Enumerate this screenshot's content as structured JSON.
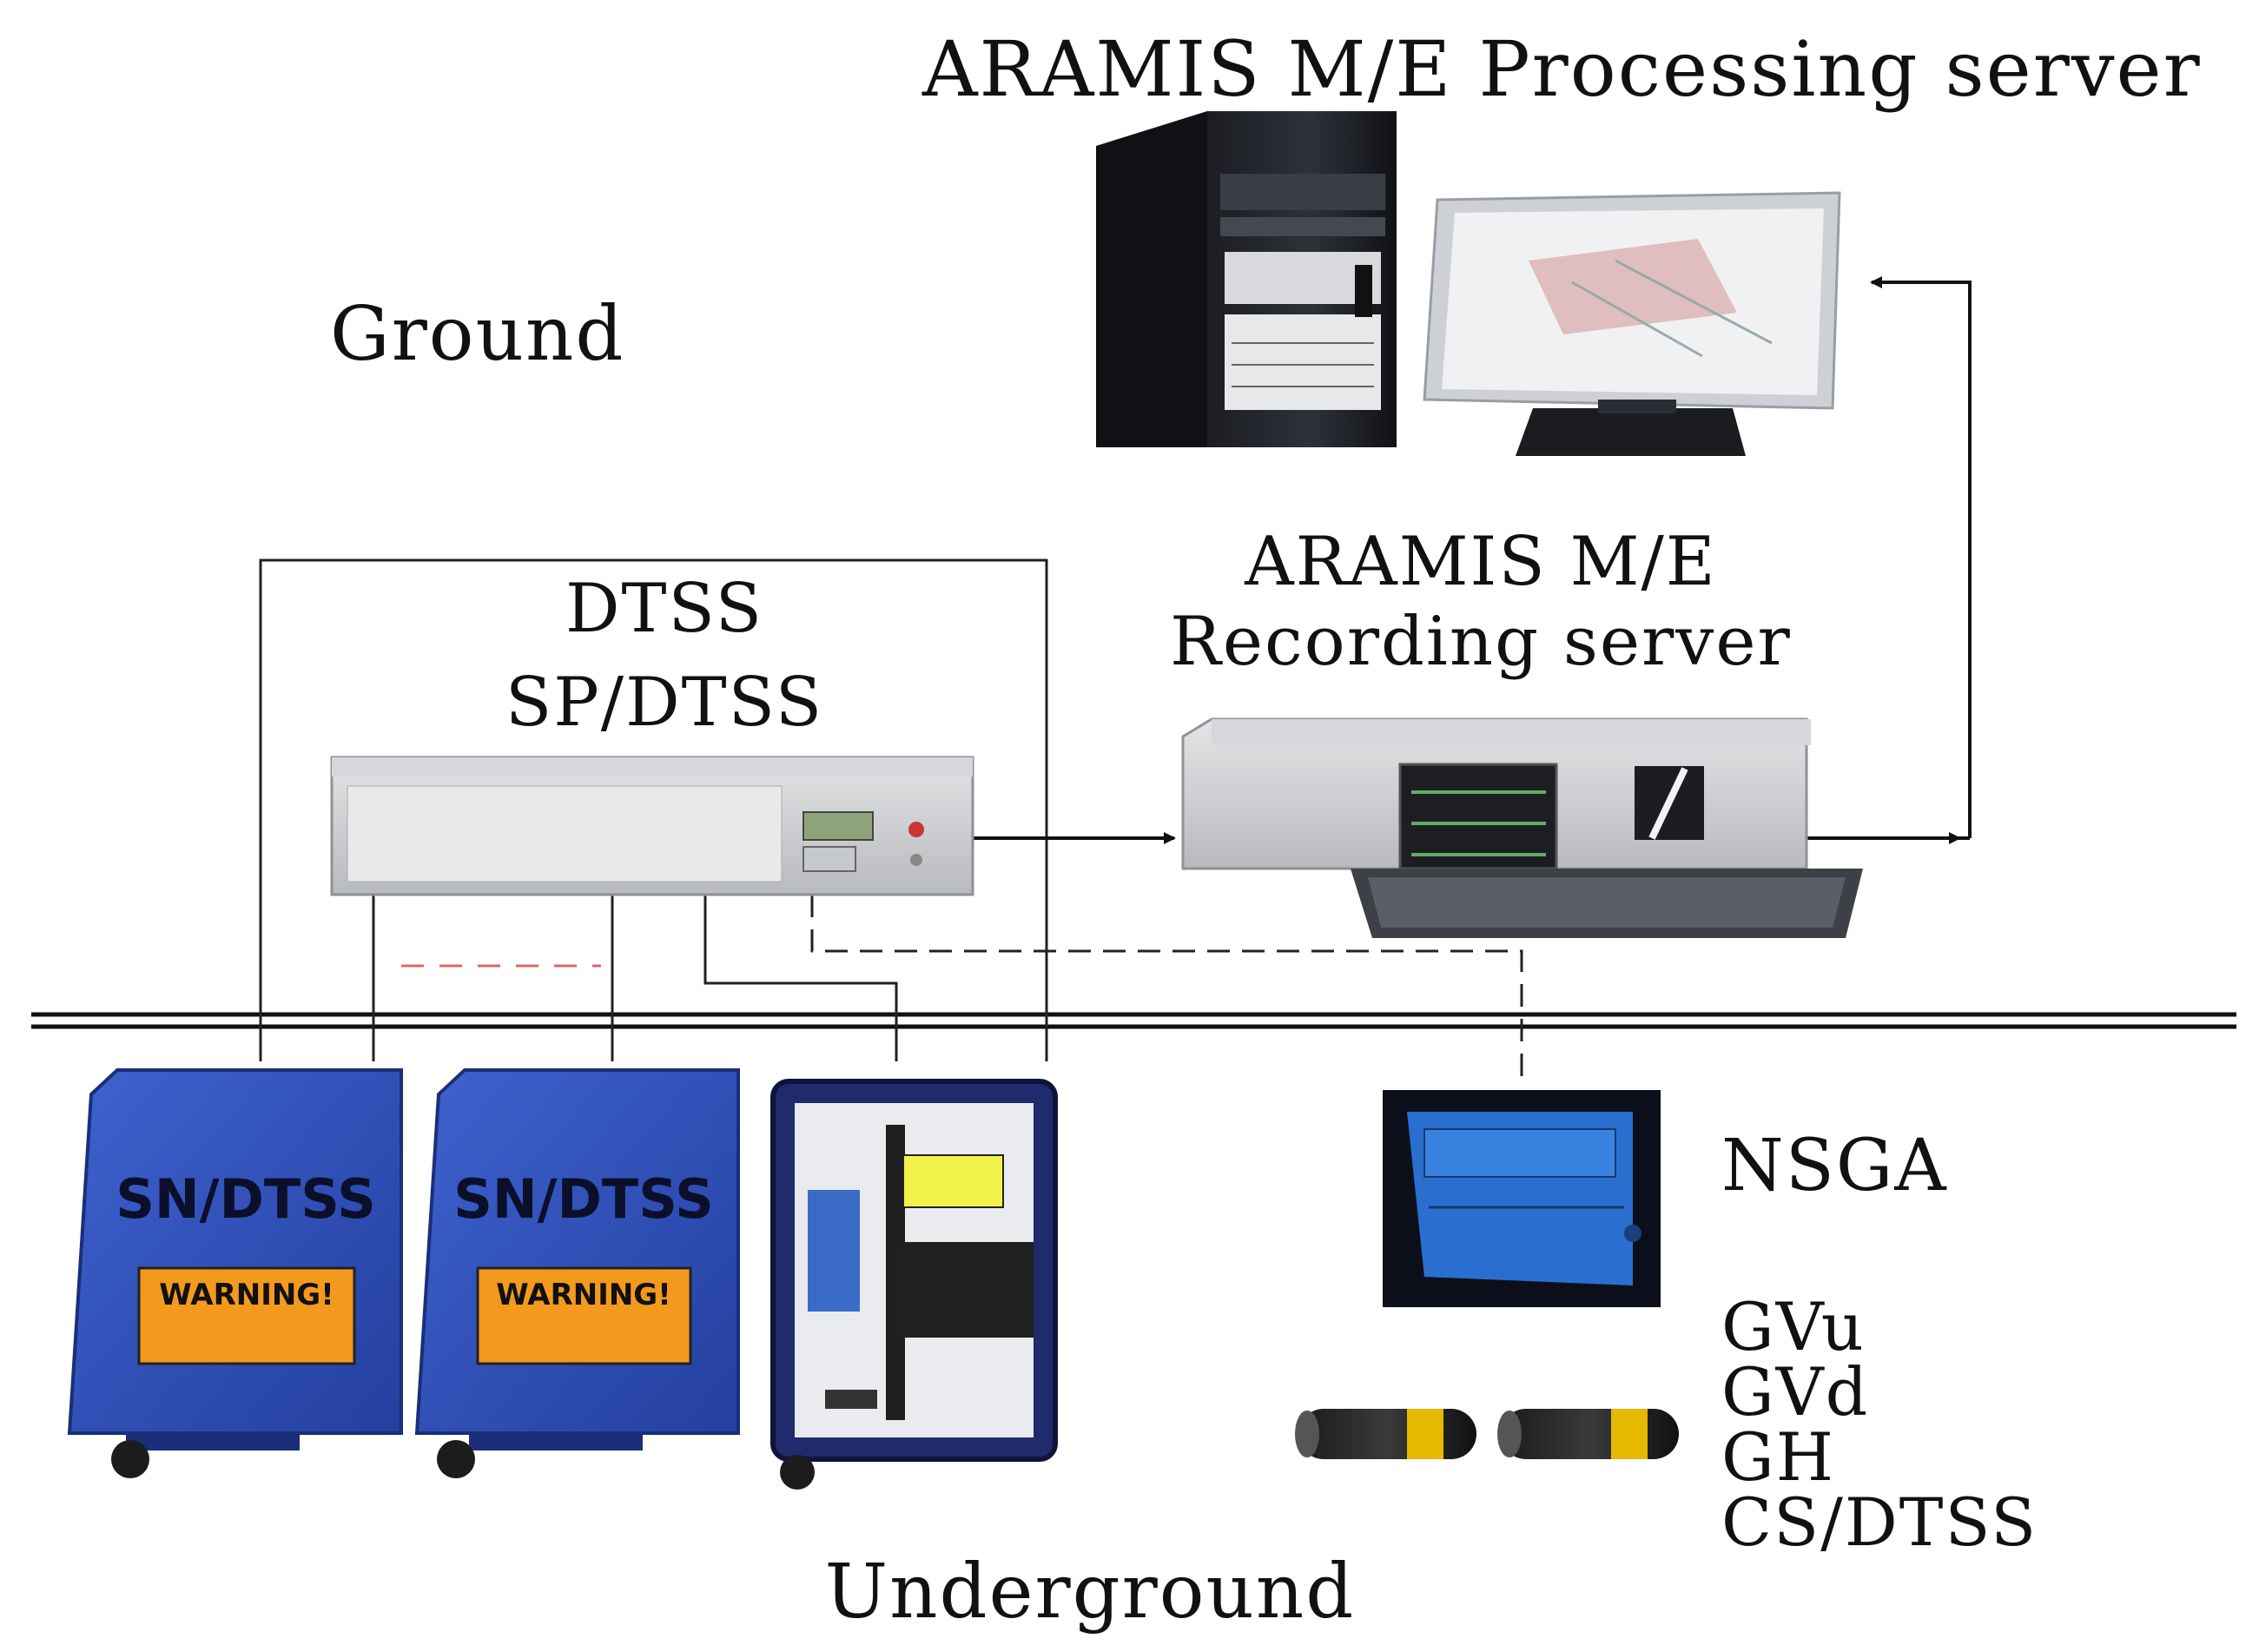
{
  "diagram": {
    "processing_server_title": "ARAMIS M/E Processing server",
    "ground_label": "Ground",
    "underground_label": "Underground",
    "recording_server_title_line1": "ARAMIS M/E",
    "recording_server_title_line2": "Recording server",
    "dtss_title_line1": "DTSS",
    "dtss_title_line2": "SP/DTSS",
    "nsga_label": "NSGA",
    "sensor_labels": [
      "GVu",
      "GVd",
      "GH",
      "CS/DTSS"
    ],
    "sn_box_label": "SN/DTSS",
    "warning_label": "WARNING!",
    "accent_colors": {
      "device_blue": "#2f4fb8",
      "warning_orange": "#f39a1e",
      "sensor_yellow": "#e6b800",
      "rack_grey": "#c9cbcd"
    }
  }
}
